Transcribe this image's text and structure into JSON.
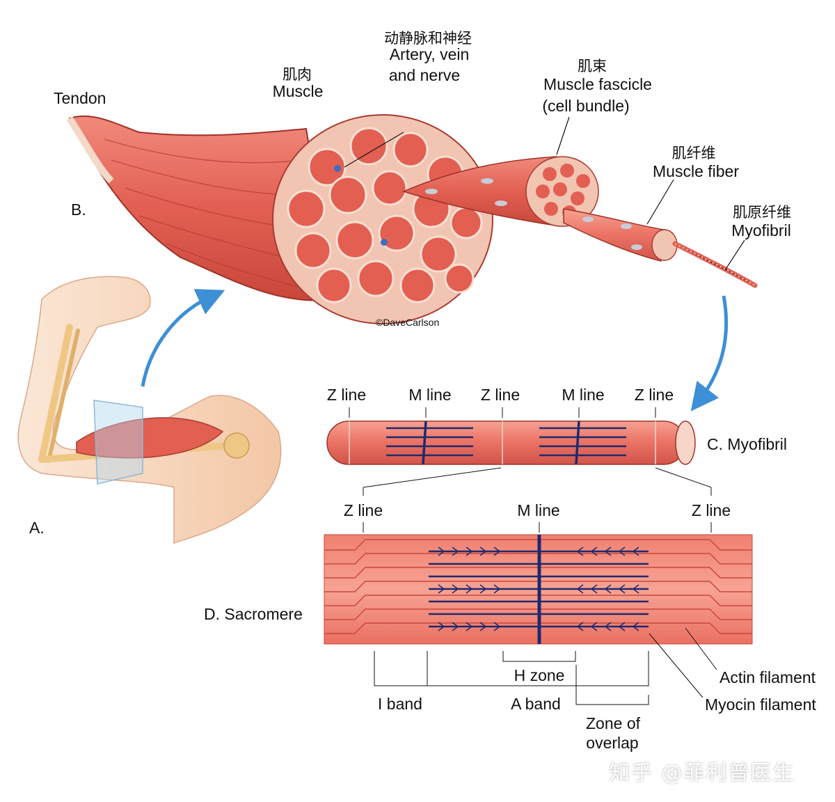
{
  "labels": {
    "tendon": "Tendon",
    "muscle_cn": "肌肉",
    "muscle_en": "Muscle",
    "avn_cn": "动静脉和神经",
    "avn_en_1": "Artery, vein",
    "avn_en_2": "and nerve",
    "fascicle_cn": "肌束",
    "fascicle_en_1": "Muscle fascicle",
    "fascicle_en_2": "(cell bundle)",
    "fiber_cn": "肌纤维",
    "fiber_en": "Muscle fiber",
    "myofibril_cn": "肌原纤维",
    "myofibril_en": "Myofibril",
    "panel_a": "A.",
    "panel_b": "B.",
    "panel_c": "C. Myofibril",
    "panel_d": "D. Sacromere",
    "z_line": "Z line",
    "m_line": "M line",
    "h_zone": "H zone",
    "i_band": "I band",
    "a_band": "A band",
    "zone_overlap_1": "Zone of",
    "zone_overlap_2": "overlap",
    "actin": "Actin filament",
    "myosin": "Myocin filament",
    "copyright": "©DaveCarlson"
  },
  "watermark": "知乎 @菲利普医生",
  "colors": {
    "muscle": "#e8685c",
    "muscle_dark": "#b8382e",
    "myosin": "#1e2a6e",
    "arrow": "#3d8fd6",
    "bone": "#efc784",
    "skin": "#f7dcc4"
  }
}
